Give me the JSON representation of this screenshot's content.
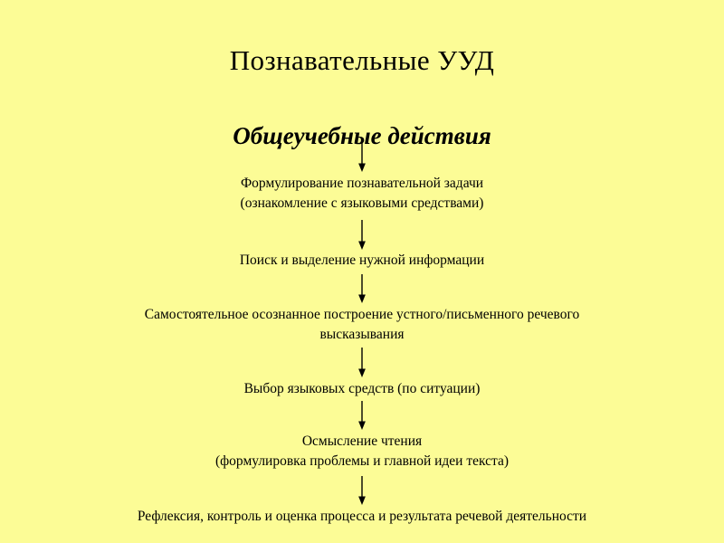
{
  "slide": {
    "background_color": "#fcfc96",
    "text_color": "#000000",
    "title": "Познавательные УУД",
    "subtitle": "Общеучебные действия"
  },
  "flow": {
    "orientation": "vertical-top-to-bottom",
    "arrow_color": "#000000",
    "arrow_count": 6,
    "steps": [
      {
        "id": "step-1",
        "line1": "Формулирование познавательной задачи",
        "line2": "(ознакомление с языковыми средствами)"
      },
      {
        "id": "step-2",
        "line1": "Поиск и выделение нужной информации",
        "line2": ""
      },
      {
        "id": "step-3",
        "line1": "Самостоятельное осознанное построение устного/письменного речевого",
        "line2": "высказывания"
      },
      {
        "id": "step-4",
        "line1": "Выбор языковых средств (по ситуации)",
        "line2": ""
      },
      {
        "id": "step-5",
        "line1": "Осмысление чтения",
        "line2": "(формулировка проблемы и главной идеи текста)"
      },
      {
        "id": "step-6",
        "line1": "Рефлексия, контроль и оценка процесса и результата речевой деятельности",
        "line2": ""
      }
    ]
  }
}
